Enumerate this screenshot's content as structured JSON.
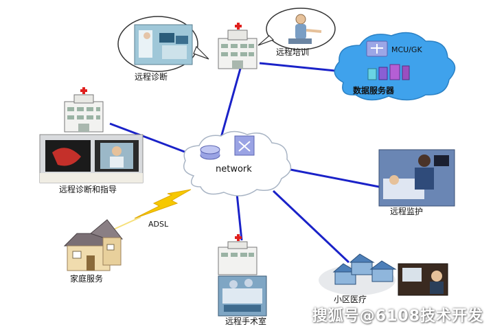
{
  "colors": {
    "link": "#1a22c8",
    "cloud_fill": "#ffffff",
    "server_cloud_fill": "#3fa2ec",
    "adsl_bolt": "#f6c800",
    "hospital_cross": "#e0201e"
  },
  "icons": {
    "hospital": "hospital-building-icon",
    "router": "router-icon",
    "switch": "switch-icon",
    "house": "house-icon",
    "server": "server-icon"
  },
  "diagram": {
    "hub": {
      "label": "network"
    },
    "nodes": {
      "remote_diagnosis": {
        "label": "远程诊断"
      },
      "remote_training": {
        "label": "远程培训"
      },
      "data_server": {
        "label": "数据服务器",
        "device_label": "MCU/GK"
      },
      "remote_diagnosis_guidance": {
        "label": "远程诊断和指导"
      },
      "remote_monitoring": {
        "label": "远程监护"
      },
      "adsl": {
        "label": "ADSL"
      },
      "home_service": {
        "label": "家庭服务"
      },
      "remote_surgery": {
        "label": "远程手术室"
      },
      "community_medical": {
        "label": "小区医疗"
      }
    }
  },
  "watermark": "搜狐号@6108技术开发"
}
